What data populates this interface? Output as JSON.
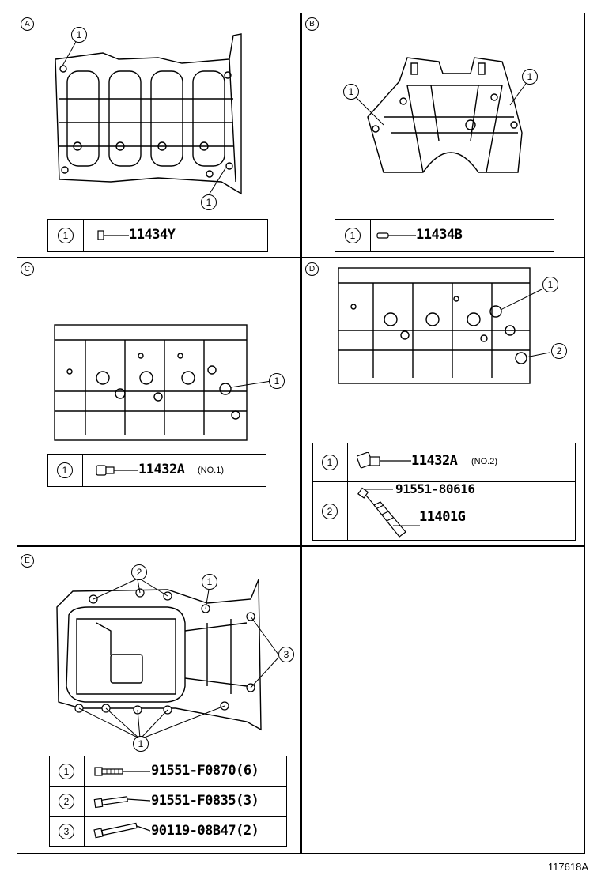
{
  "panels": {
    "A": {
      "letter": "A",
      "callouts": [
        "1",
        "1"
      ],
      "legend": [
        {
          "num": "1",
          "part": "11434Y",
          "icon": "dowel-pin-icon"
        }
      ]
    },
    "B": {
      "letter": "B",
      "callouts": [
        "1",
        "1"
      ],
      "legend": [
        {
          "num": "1",
          "part": "11434B",
          "icon": "straight-pin-icon"
        }
      ]
    },
    "C": {
      "letter": "C",
      "callouts": [
        "1"
      ],
      "legend": [
        {
          "num": "1",
          "part": "11432A",
          "note": "(NO.1)",
          "icon": "plug-icon"
        }
      ]
    },
    "D": {
      "letter": "D",
      "callouts": [
        "1",
        "2"
      ],
      "legend": [
        {
          "num": "1",
          "part": "11432A",
          "note": "(NO.2)",
          "icon": "plug-icon"
        },
        {
          "num": "2",
          "part_top": "91551-80616",
          "part": "11401G",
          "icon": "bolt-and-sleeve-icon"
        }
      ]
    },
    "E": {
      "letter": "E",
      "callouts": [
        "2",
        "1",
        "3",
        "1"
      ],
      "legend": [
        {
          "num": "1",
          "part": "91551-F0870(6)",
          "icon": "bolt-icon"
        },
        {
          "num": "2",
          "part": "91551-F0835(3)",
          "icon": "bolt-icon"
        },
        {
          "num": "3",
          "part": "90119-08B47(2)",
          "icon": "bolt-icon"
        }
      ]
    }
  },
  "figure_number": "117618A"
}
